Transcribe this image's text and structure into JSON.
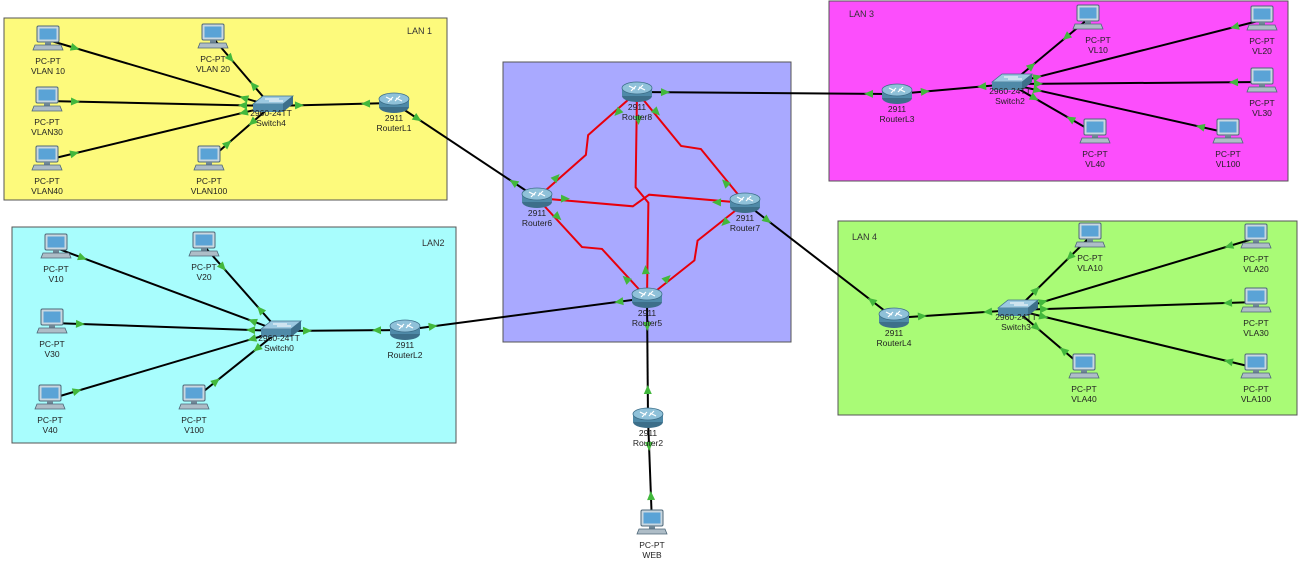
{
  "colors": {
    "lan1": "#fdfa7c",
    "lan2": "#a8fdfd",
    "lan3": "#fc4efc",
    "lan4": "#a9fb76",
    "core": "#a9a9ff",
    "serial_link": "#e8000b",
    "ethernet_link": "#000000",
    "port_up": "#42b83c"
  },
  "zones": [
    {
      "id": "lan1",
      "label": "LAN 1"
    },
    {
      "id": "lan2",
      "label": "LAN2"
    },
    {
      "id": "lan3",
      "label": "LAN 3"
    },
    {
      "id": "lan4",
      "label": "LAN 4"
    },
    {
      "id": "core",
      "label": ""
    }
  ],
  "devices": [
    {
      "id": "pc_vlan10",
      "type": "pc-icon",
      "lines": [
        "PC-PT",
        "VLAN 10"
      ]
    },
    {
      "id": "pc_vlan20",
      "type": "pc-icon",
      "lines": [
        "PC-PT",
        "VLAN 20"
      ]
    },
    {
      "id": "pc_vlan30",
      "type": "pc-icon",
      "lines": [
        "PC-PT",
        "VLAN30"
      ]
    },
    {
      "id": "pc_vlan40",
      "type": "pc-icon",
      "lines": [
        "PC-PT",
        "VLAN40"
      ]
    },
    {
      "id": "pc_vlan100",
      "type": "pc-icon",
      "lines": [
        "PC-PT",
        "VLAN100"
      ]
    },
    {
      "id": "switch4",
      "type": "switch-icon",
      "lines": [
        "2960-24TT",
        "Switch4"
      ]
    },
    {
      "id": "routerL1",
      "type": "router-icon",
      "lines": [
        "2911",
        "RouterL1"
      ]
    },
    {
      "id": "pc_v10",
      "type": "pc-icon",
      "lines": [
        "PC-PT",
        "V10"
      ]
    },
    {
      "id": "pc_v20",
      "type": "pc-icon",
      "lines": [
        "PC-PT",
        "V20"
      ]
    },
    {
      "id": "pc_v30",
      "type": "pc-icon",
      "lines": [
        "PC-PT",
        "V30"
      ]
    },
    {
      "id": "pc_v40",
      "type": "pc-icon",
      "lines": [
        "PC-PT",
        "V40"
      ]
    },
    {
      "id": "pc_v100",
      "type": "pc-icon",
      "lines": [
        "PC-PT",
        "V100"
      ]
    },
    {
      "id": "switch0",
      "type": "switch-icon",
      "lines": [
        "2960-24TT",
        "Switch0"
      ]
    },
    {
      "id": "routerL2",
      "type": "router-icon",
      "lines": [
        "2911",
        "RouterL2"
      ]
    },
    {
      "id": "router8",
      "type": "router-icon",
      "lines": [
        "2911",
        "Router8"
      ]
    },
    {
      "id": "router6",
      "type": "router-icon",
      "lines": [
        "2911",
        "Router6"
      ]
    },
    {
      "id": "router7",
      "type": "router-icon",
      "lines": [
        "2911",
        "Router7"
      ]
    },
    {
      "id": "router5",
      "type": "router-icon",
      "lines": [
        "2911",
        "Router5"
      ]
    },
    {
      "id": "router2",
      "type": "router-icon",
      "lines": [
        "2911",
        "Router2"
      ]
    },
    {
      "id": "pc_web",
      "type": "pc-icon",
      "lines": [
        "PC-PT",
        "WEB"
      ]
    },
    {
      "id": "routerL3",
      "type": "router-icon",
      "lines": [
        "2911",
        "RouterL3"
      ]
    },
    {
      "id": "switch2",
      "type": "switch-icon",
      "lines": [
        "2960-24TT",
        "Switch2"
      ]
    },
    {
      "id": "pc_vl10",
      "type": "pc-icon",
      "lines": [
        "PC-PT",
        "VL10"
      ]
    },
    {
      "id": "pc_vl20",
      "type": "pc-icon",
      "lines": [
        "PC-PT",
        "VL20"
      ]
    },
    {
      "id": "pc_vl30",
      "type": "pc-icon",
      "lines": [
        "PC-PT",
        "VL30"
      ]
    },
    {
      "id": "pc_vl40",
      "type": "pc-icon",
      "lines": [
        "PC-PT",
        "VL40"
      ]
    },
    {
      "id": "pc_vl100",
      "type": "pc-icon",
      "lines": [
        "PC-PT",
        "VL100"
      ]
    },
    {
      "id": "routerL4",
      "type": "router-icon",
      "lines": [
        "2911",
        "RouterL4"
      ]
    },
    {
      "id": "switch3",
      "type": "switch-icon",
      "lines": [
        "2960-24TT",
        "Switch3"
      ]
    },
    {
      "id": "pc_vla10",
      "type": "pc-icon",
      "lines": [
        "PC-PT",
        "VLA10"
      ]
    },
    {
      "id": "pc_vla20",
      "type": "pc-icon",
      "lines": [
        "PC-PT",
        "VLA20"
      ]
    },
    {
      "id": "pc_vla30",
      "type": "pc-icon",
      "lines": [
        "PC-PT",
        "VLA30"
      ]
    },
    {
      "id": "pc_vla40",
      "type": "pc-icon",
      "lines": [
        "PC-PT",
        "VLA40"
      ]
    },
    {
      "id": "pc_vla100",
      "type": "pc-icon",
      "lines": [
        "PC-PT",
        "VLA100"
      ]
    }
  ],
  "links": [
    {
      "from": "pc_vlan10",
      "to": "switch4",
      "kind": "ethernet"
    },
    {
      "from": "pc_vlan20",
      "to": "switch4",
      "kind": "ethernet"
    },
    {
      "from": "pc_vlan30",
      "to": "switch4",
      "kind": "ethernet"
    },
    {
      "from": "pc_vlan40",
      "to": "switch4",
      "kind": "ethernet"
    },
    {
      "from": "pc_vlan100",
      "to": "switch4",
      "kind": "ethernet"
    },
    {
      "from": "switch4",
      "to": "routerL1",
      "kind": "ethernet"
    },
    {
      "from": "routerL1",
      "to": "router6",
      "kind": "ethernet"
    },
    {
      "from": "pc_v10",
      "to": "switch0",
      "kind": "ethernet"
    },
    {
      "from": "pc_v20",
      "to": "switch0",
      "kind": "ethernet"
    },
    {
      "from": "pc_v30",
      "to": "switch0",
      "kind": "ethernet"
    },
    {
      "from": "pc_v40",
      "to": "switch0",
      "kind": "ethernet"
    },
    {
      "from": "pc_v100",
      "to": "switch0",
      "kind": "ethernet"
    },
    {
      "from": "switch0",
      "to": "routerL2",
      "kind": "ethernet"
    },
    {
      "from": "routerL2",
      "to": "router5",
      "kind": "ethernet"
    },
    {
      "from": "router8",
      "to": "router6",
      "kind": "serial"
    },
    {
      "from": "router8",
      "to": "router7",
      "kind": "serial"
    },
    {
      "from": "router8",
      "to": "router5",
      "kind": "serial"
    },
    {
      "from": "router6",
      "to": "router7",
      "kind": "serial"
    },
    {
      "from": "router6",
      "to": "router5",
      "kind": "serial"
    },
    {
      "from": "router7",
      "to": "router5",
      "kind": "serial"
    },
    {
      "from": "router5",
      "to": "router2",
      "kind": "ethernet"
    },
    {
      "from": "router2",
      "to": "pc_web",
      "kind": "ethernet"
    },
    {
      "from": "router8",
      "to": "routerL3",
      "kind": "ethernet"
    },
    {
      "from": "routerL3",
      "to": "switch2",
      "kind": "ethernet"
    },
    {
      "from": "switch2",
      "to": "pc_vl10",
      "kind": "ethernet"
    },
    {
      "from": "switch2",
      "to": "pc_vl20",
      "kind": "ethernet"
    },
    {
      "from": "switch2",
      "to": "pc_vl30",
      "kind": "ethernet"
    },
    {
      "from": "switch2",
      "to": "pc_vl40",
      "kind": "ethernet"
    },
    {
      "from": "switch2",
      "to": "pc_vl100",
      "kind": "ethernet"
    },
    {
      "from": "router7",
      "to": "routerL4",
      "kind": "ethernet"
    },
    {
      "from": "routerL4",
      "to": "switch3",
      "kind": "ethernet"
    },
    {
      "from": "switch3",
      "to": "pc_vla10",
      "kind": "ethernet"
    },
    {
      "from": "switch3",
      "to": "pc_vla20",
      "kind": "ethernet"
    },
    {
      "from": "switch3",
      "to": "pc_vla30",
      "kind": "ethernet"
    },
    {
      "from": "switch3",
      "to": "pc_vla40",
      "kind": "ethernet"
    },
    {
      "from": "switch3",
      "to": "pc_vla100",
      "kind": "ethernet"
    }
  ]
}
